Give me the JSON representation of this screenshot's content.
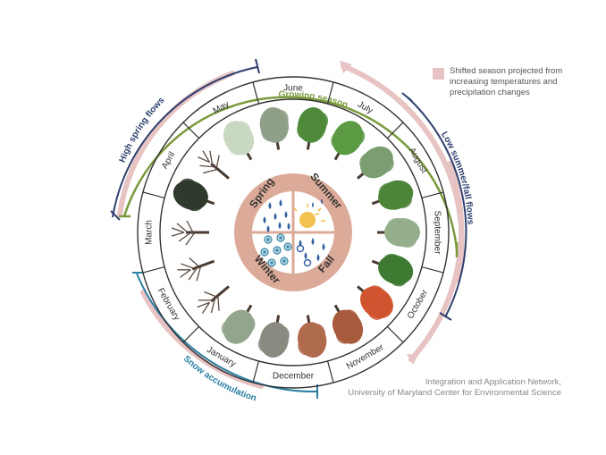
{
  "months": [
    "June",
    "July",
    "August",
    "September",
    "October",
    "November",
    "December",
    "January",
    "February",
    "March",
    "April",
    "May"
  ],
  "seasons": [
    "Spring",
    "Summer",
    "Fall",
    "Winter"
  ],
  "arcs": {
    "growing": "Growing season",
    "spring_flows": "High spring flows",
    "low_flows": "Low summer/fall flows",
    "snow": "Snow accumulation"
  },
  "legend": {
    "text": "Shifted season projected from increasing temperatures and precipitation changes"
  },
  "credit": {
    "line1": "Integration and Application Network,",
    "line2": "University of Maryland Center for Environmental Science"
  },
  "colors": {
    "shifted": "#e8c3c3",
    "growing": "#7a9a3c",
    "flows": "#2e3f6e",
    "snow": "#2a7fa3",
    "hub_ring": "#dcaa98",
    "rain": "#2f5f9e",
    "sun": "#f2c14e"
  }
}
